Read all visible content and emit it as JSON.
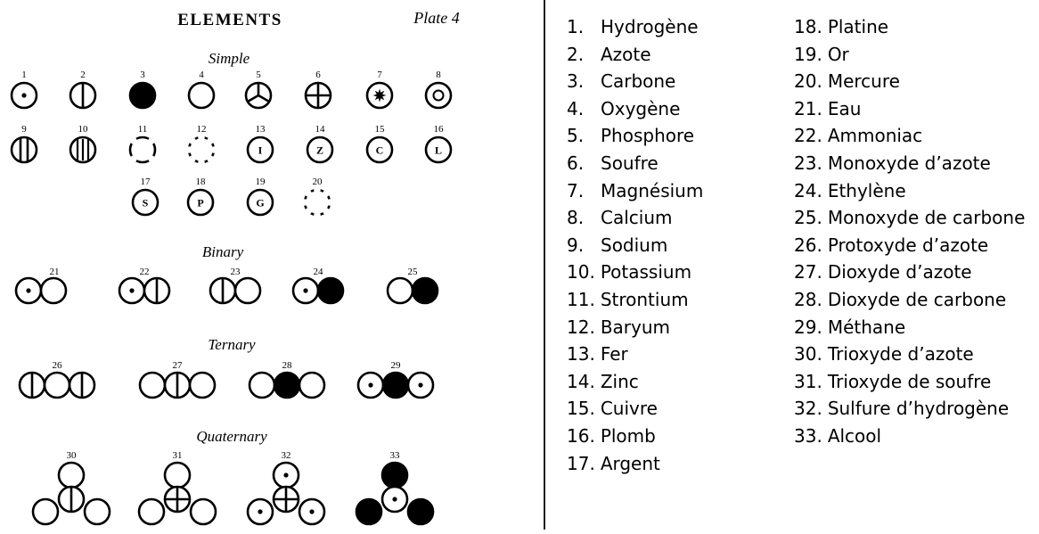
{
  "plate": {
    "title": "ELEMENTS",
    "plate_label": "Plate 4",
    "sections": {
      "simple": "Simple",
      "binary": "Binary",
      "ternary": "Ternary",
      "quaternary": "Quaternary"
    },
    "symbol_numbers": [
      "1",
      "2",
      "3",
      "4",
      "5",
      "6",
      "7",
      "8",
      "9",
      "10",
      "11",
      "12",
      "13",
      "14",
      "15",
      "16",
      "17",
      "18",
      "19",
      "20",
      "21",
      "22",
      "23",
      "24",
      "25",
      "26",
      "27",
      "28",
      "29",
      "30",
      "31",
      "32",
      "33"
    ],
    "letter_symbols": {
      "13": "I",
      "14": "Z",
      "15": "C",
      "16": "L",
      "17": "S",
      "18": "P",
      "19": "G"
    }
  },
  "legend": {
    "column1": [
      {
        "num": "1.",
        "name": "Hydrogène"
      },
      {
        "num": "2.",
        "name": "Azote"
      },
      {
        "num": "3.",
        "name": "Carbone"
      },
      {
        "num": "4.",
        "name": "Oxygène"
      },
      {
        "num": "5.",
        "name": "Phosphore"
      },
      {
        "num": "6.",
        "name": "Soufre"
      },
      {
        "num": "7.",
        "name": "Magnésium"
      },
      {
        "num": "8.",
        "name": "Calcium"
      },
      {
        "num": "9.",
        "name": "Sodium"
      },
      {
        "num": "10.",
        "name": "Potassium"
      },
      {
        "num": "11.",
        "name": "Strontium"
      },
      {
        "num": "12.",
        "name": "Baryum"
      },
      {
        "num": "13.",
        "name": "Fer"
      },
      {
        "num": "14.",
        "name": "Zinc"
      },
      {
        "num": "15.",
        "name": "Cuivre"
      },
      {
        "num": "16.",
        "name": "Plomb"
      },
      {
        "num": "17.",
        "name": "Argent"
      }
    ],
    "column2": [
      {
        "num": "18.",
        "name": "Platine"
      },
      {
        "num": "19.",
        "name": "Or"
      },
      {
        "num": "20.",
        "name": "Mercure"
      },
      {
        "num": "21.",
        "name": "Eau"
      },
      {
        "num": "22.",
        "name": "Ammoniac"
      },
      {
        "num": "23.",
        "name": "Monoxyde d’azote"
      },
      {
        "num": "24.",
        "name": "Ethylène"
      },
      {
        "num": "25.",
        "name": "Monoxyde de carbone"
      },
      {
        "num": "26.",
        "name": "Protoxyde d’azote"
      },
      {
        "num": "27.",
        "name": "Dioxyde d’azote"
      },
      {
        "num": "28.",
        "name": "Dioxyde de carbone"
      },
      {
        "num": "29.",
        "name": "Méthane"
      },
      {
        "num": "30.",
        "name": "Trioxyde d’azote"
      },
      {
        "num": "31.",
        "name": "Trioxyde de soufre"
      },
      {
        "num": "32.",
        "name": "Sulfure d’hydrogène"
      },
      {
        "num": "33.",
        "name": "Alcool"
      }
    ]
  }
}
